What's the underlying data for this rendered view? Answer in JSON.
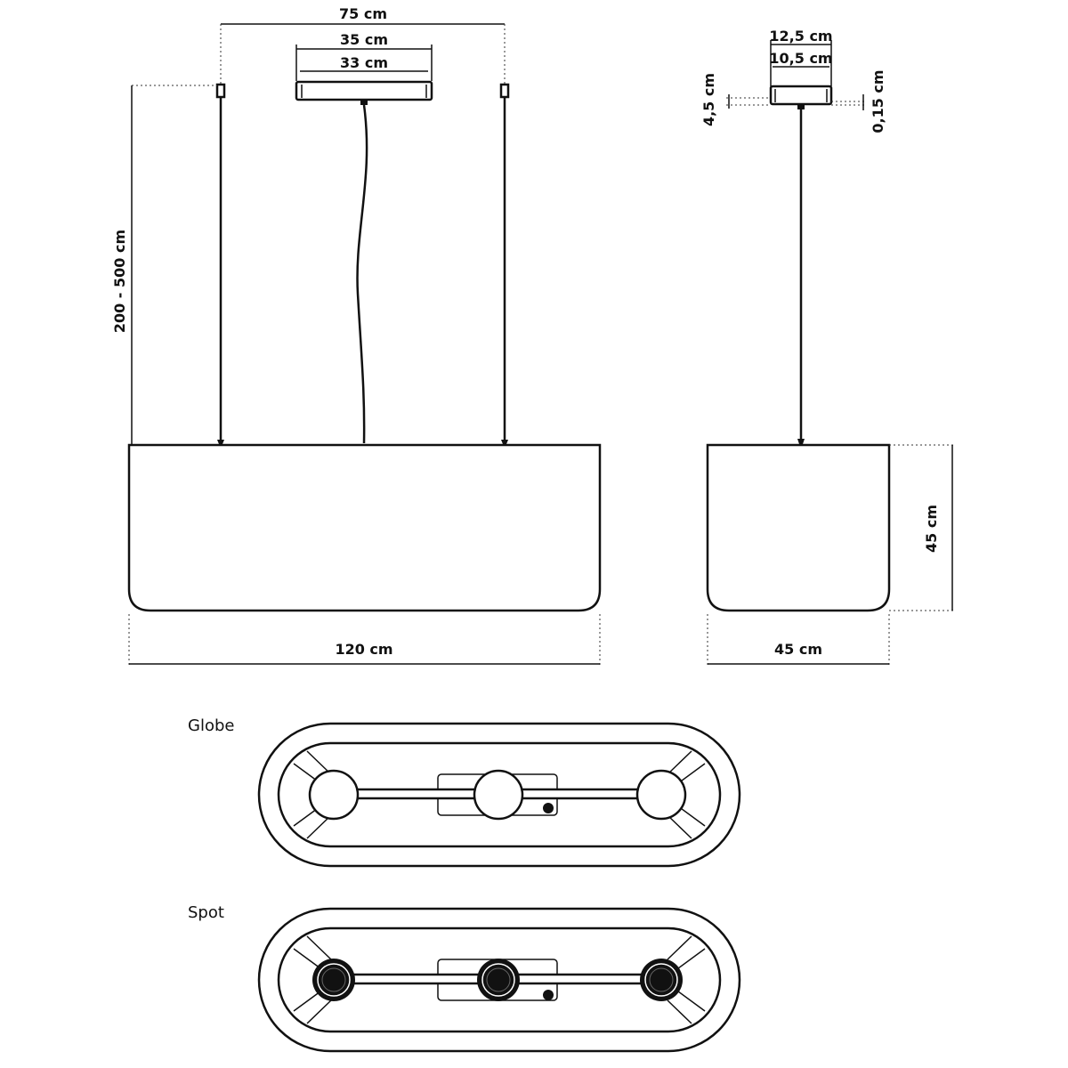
{
  "front_view": {
    "suspension_span": "75 cm",
    "canopy_width": "35 cm",
    "canopy_inner_width": "33 cm",
    "drop_height": "200 - 500 cm",
    "shade_width": "120 cm"
  },
  "side_view": {
    "canopy_width": "12,5 cm",
    "canopy_inner_width": "10,5 cm",
    "canopy_height": "4,5 cm",
    "canopy_plate": "0,15 cm",
    "shade_height": "45 cm",
    "shade_depth": "45 cm"
  },
  "bottom_views": {
    "globe_label": "Globe",
    "spot_label": "Spot"
  }
}
